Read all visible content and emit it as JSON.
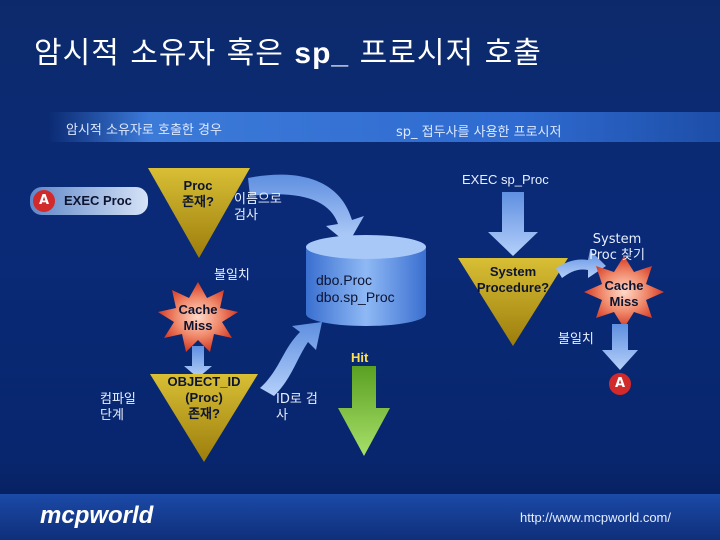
{
  "title_prefix": "암시적 소유자 혹은 ",
  "title_code": "sp_",
  "title_suffix": " 프로시저 호출",
  "section_left": "암시적 소유자로 호출한 경우",
  "section_right": "sp_ 접두사를 사용한 프로시저",
  "badge_a": "A",
  "exec_proc": "EXEC Proc",
  "proc_exists": [
    "Proc",
    "존재?"
  ],
  "name_check": [
    "이름으로",
    "검사"
  ],
  "mismatch_left": "불일치",
  "cache_miss_left": [
    "Cache",
    "Miss"
  ],
  "hit": "Hit",
  "compile_stage": [
    "컴파일",
    "단계"
  ],
  "object_id": [
    "OBJECT_ID",
    "(Proc)",
    "존재?"
  ],
  "id_check": [
    "ID로 검",
    "사"
  ],
  "db_names": [
    "dbo.Proc",
    "dbo.sp_Proc"
  ],
  "exec_sp_proc": "EXEC sp_Proc",
  "system_procedure": [
    "System",
    "Procedure?"
  ],
  "system_proc_find": [
    "System",
    "Proc 찾기"
  ],
  "cache_miss_right": [
    "Cache",
    "Miss"
  ],
  "mismatch_right": "불일치",
  "badge_a_right": "A",
  "footer_logo": "mcpworld",
  "footer_url": "http://www.mcpworld.com/",
  "colors": {
    "funnel": "#c9a81a",
    "burst": "#e85a3c",
    "arrow": "#8fb4f0",
    "hit_arrow": "#7cc43a",
    "badge_a": "#d22a2a"
  }
}
